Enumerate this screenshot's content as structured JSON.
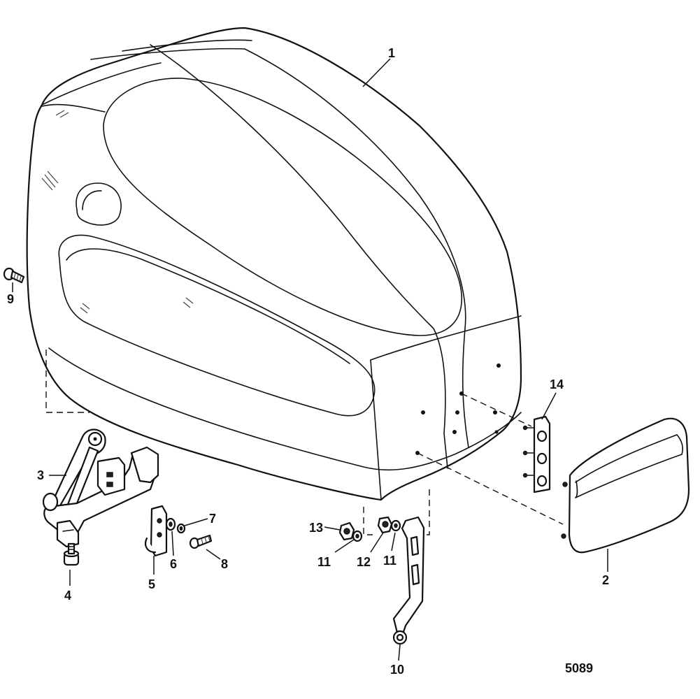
{
  "callouts": [
    {
      "id": "1",
      "label": "1"
    },
    {
      "id": "2",
      "label": "2"
    },
    {
      "id": "3",
      "label": "3"
    },
    {
      "id": "4",
      "label": "4"
    },
    {
      "id": "5",
      "label": "5"
    },
    {
      "id": "6",
      "label": "6"
    },
    {
      "id": "7",
      "label": "7"
    },
    {
      "id": "8",
      "label": "8"
    },
    {
      "id": "9",
      "label": "9"
    },
    {
      "id": "10",
      "label": "10"
    },
    {
      "id": "11a",
      "label": "11"
    },
    {
      "id": "11b",
      "label": "11"
    },
    {
      "id": "12",
      "label": "12"
    },
    {
      "id": "13",
      "label": "13"
    },
    {
      "id": "14",
      "label": "14"
    }
  ],
  "reference_number": "5089"
}
